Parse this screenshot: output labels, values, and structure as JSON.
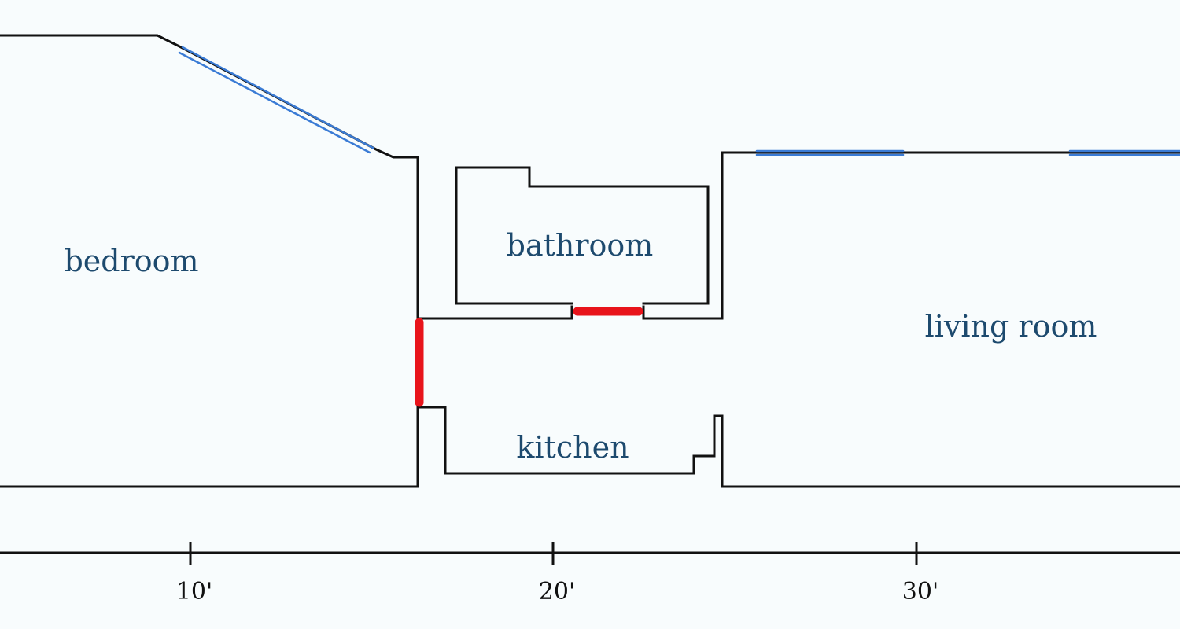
{
  "rooms": {
    "bedroom": "bedroom",
    "bathroom": "bathroom",
    "kitchen": "kitchen",
    "living_room": "living room"
  },
  "scale": {
    "ticks": [
      "10'",
      "20'",
      "30'"
    ]
  },
  "colors": {
    "wall": "#111111",
    "window": "#3a7bd5",
    "door": "#e8141b",
    "label": "#1d4a6e",
    "background": "#f8fcfd"
  }
}
